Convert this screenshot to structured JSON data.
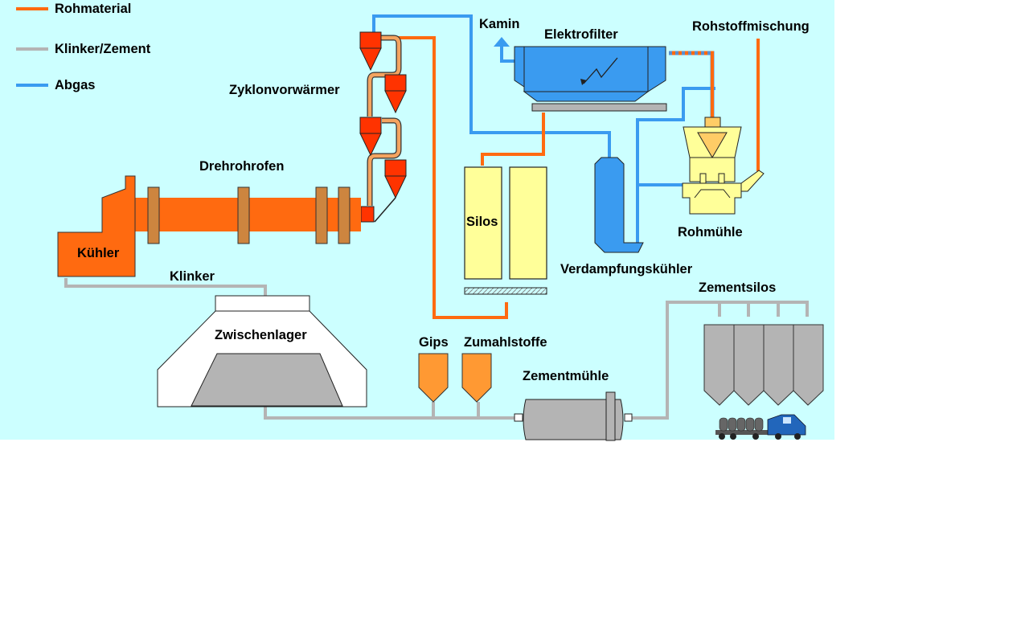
{
  "legend": [
    {
      "label": "Rohmaterial",
      "color": "#ff6a10"
    },
    {
      "label": "Klinker/Zement",
      "color": "#b4b4b4"
    },
    {
      "label": "Abgas",
      "color": "#3a9bf0"
    }
  ],
  "labels": {
    "kamin": "Kamin",
    "elektrofilter": "Elektrofilter",
    "rohstoffmischung": "Rohstoffmischung",
    "zyklonvorwaermer": "Zyklonvorwärmer",
    "drehrohrofen": "Drehrohrofen",
    "silos": "Silos",
    "kuehler": "Kühler",
    "klinker": "Klinker",
    "rohmuehle": "Rohmühle",
    "verdampfungskuehler": "Verdampfungskühler",
    "zementsilos": "Zementsilos",
    "zwischenlager": "Zwischenlager",
    "gips": "Gips",
    "zumahlstoffe": "Zumahlstoffe",
    "zementmuehle": "Zementmühle"
  },
  "colors": {
    "background": "#ccffff",
    "rohmaterial": "#ff6a10",
    "klinker_zement": "#b4b4b4",
    "abgas": "#3a9bf0",
    "cyclone": "#ff3300",
    "silo_fill": "#ffff99",
    "mill_yellow": "#ffff99",
    "additive": "#ff9933",
    "cement_silo": "#b4b4b4"
  }
}
